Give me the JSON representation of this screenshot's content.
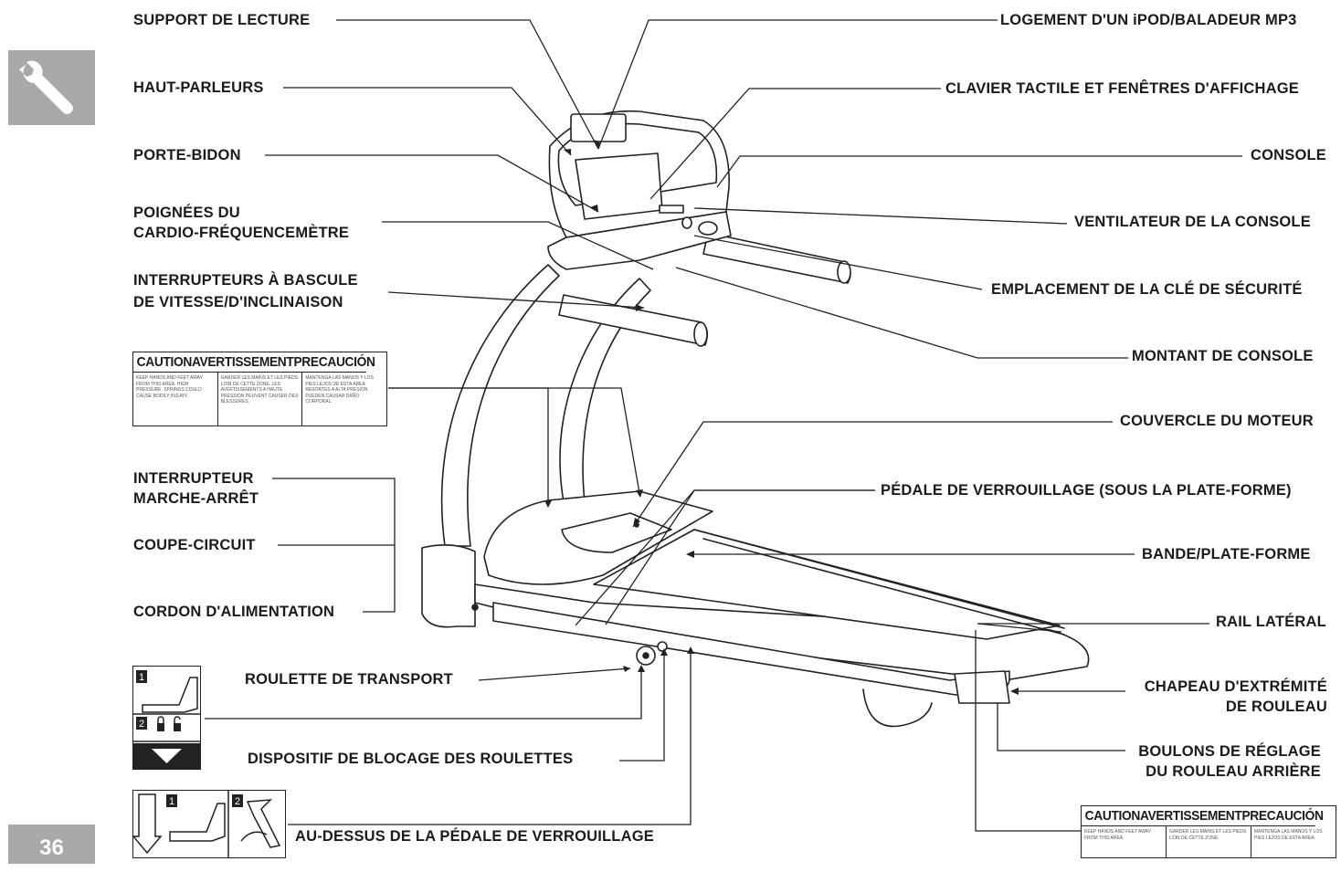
{
  "page": {
    "number": "36",
    "tab_icon": "wrench-icon"
  },
  "labels_left": {
    "support_lecture": "SUPPORT DE LECTURE",
    "haut_parleurs": "HAUT-PARLEURS",
    "porte_bidon": "PORTE-BIDON",
    "poignees_l1": "POIGNÉES DU",
    "poignees_l2": "CARDIO-FRÉQUENCEMÈTRE",
    "interrupteurs_l1": "INTERRUPTEURS À BASCULE",
    "interrupteurs_l2": "DE VITESSE/D'INCLINAISON",
    "interrupteur_l1": "INTERRUPTEUR",
    "interrupteur_l2": "MARCHE-ARRÊT",
    "coupe_circuit": "COUPE-CIRCUIT",
    "cordon": "CORDON D'ALIMENTATION",
    "roulette": "ROULETTE DE TRANSPORT",
    "dispositif": "DISPOSITIF DE BLOCAGE DES ROULETTES",
    "au_dessus": "AU-DESSUS DE LA PÉDALE DE VERROUILLAGE"
  },
  "labels_right": {
    "logement": "LOGEMENT D'UN iPOD/BALADEUR MP3",
    "clavier": "CLAVIER TACTILE ET FENÊTRES D'AFFICHAGE",
    "console": "CONSOLE",
    "ventilateur": "VENTILATEUR DE LA CONSOLE",
    "emplacement": "EMPLACEMENT DE LA CLÉ DE SÉCURITÉ",
    "montant": "MONTANT DE CONSOLE",
    "couvercle": "COUVERCLE DU MOTEUR",
    "pedale": "PÉDALE DE VERROUILLAGE (SOUS LA PLATE-FORME)",
    "bande": "BANDE/PLATE-FORME",
    "rail": "RAIL LATÉRAL",
    "chapeau_l1": "CHAPEAU D'EXTRÉMITÉ",
    "chapeau_l2": "DE ROULEAU",
    "boulons_l1": "BOULONS DE RÉGLAGE",
    "boulons_l2": "DU ROULEAU ARRIÈRE"
  },
  "warning_label": {
    "header": "CAUTIONAVERTISSEMENTPRECAUCIÓN",
    "col1": "KEEP HANDS AND FEET AWAY FROM THIS AREA. HIGH PRESSURE. SPRINGS COULD CAUSE BODILY INJURY.",
    "col2": "GARDER LES MAINS ET LES PIEDS LOIN DE CETTE ZONE. LES AVERTISSEMENTS A HAUTE PRESSION PEUVENT CAUSER DES BLESSURES.",
    "col3": "MANTENGA LAS MANOS Y LOS PIES LEJOS DE ESTA AREA. RESORTES A ALTA PRESION PUEDEN CAUSAR DAÑO CORPORAL."
  },
  "warning_label_small": {
    "header": "CAUTIONAVERTISSEMENTPRECAUCIÓN",
    "col1": "KEEP HANDS AND FEET AWAY FROM THIS AREA.",
    "col2": "GARDER LES MAINS ET LES PIEDS LOIN DE CETTE ZONE.",
    "col3": "MANTENGA LAS MANOS Y LOS PIES LEJOS DE ESTA AREA."
  },
  "pictograms": {
    "step1": "1",
    "step2": "2"
  }
}
